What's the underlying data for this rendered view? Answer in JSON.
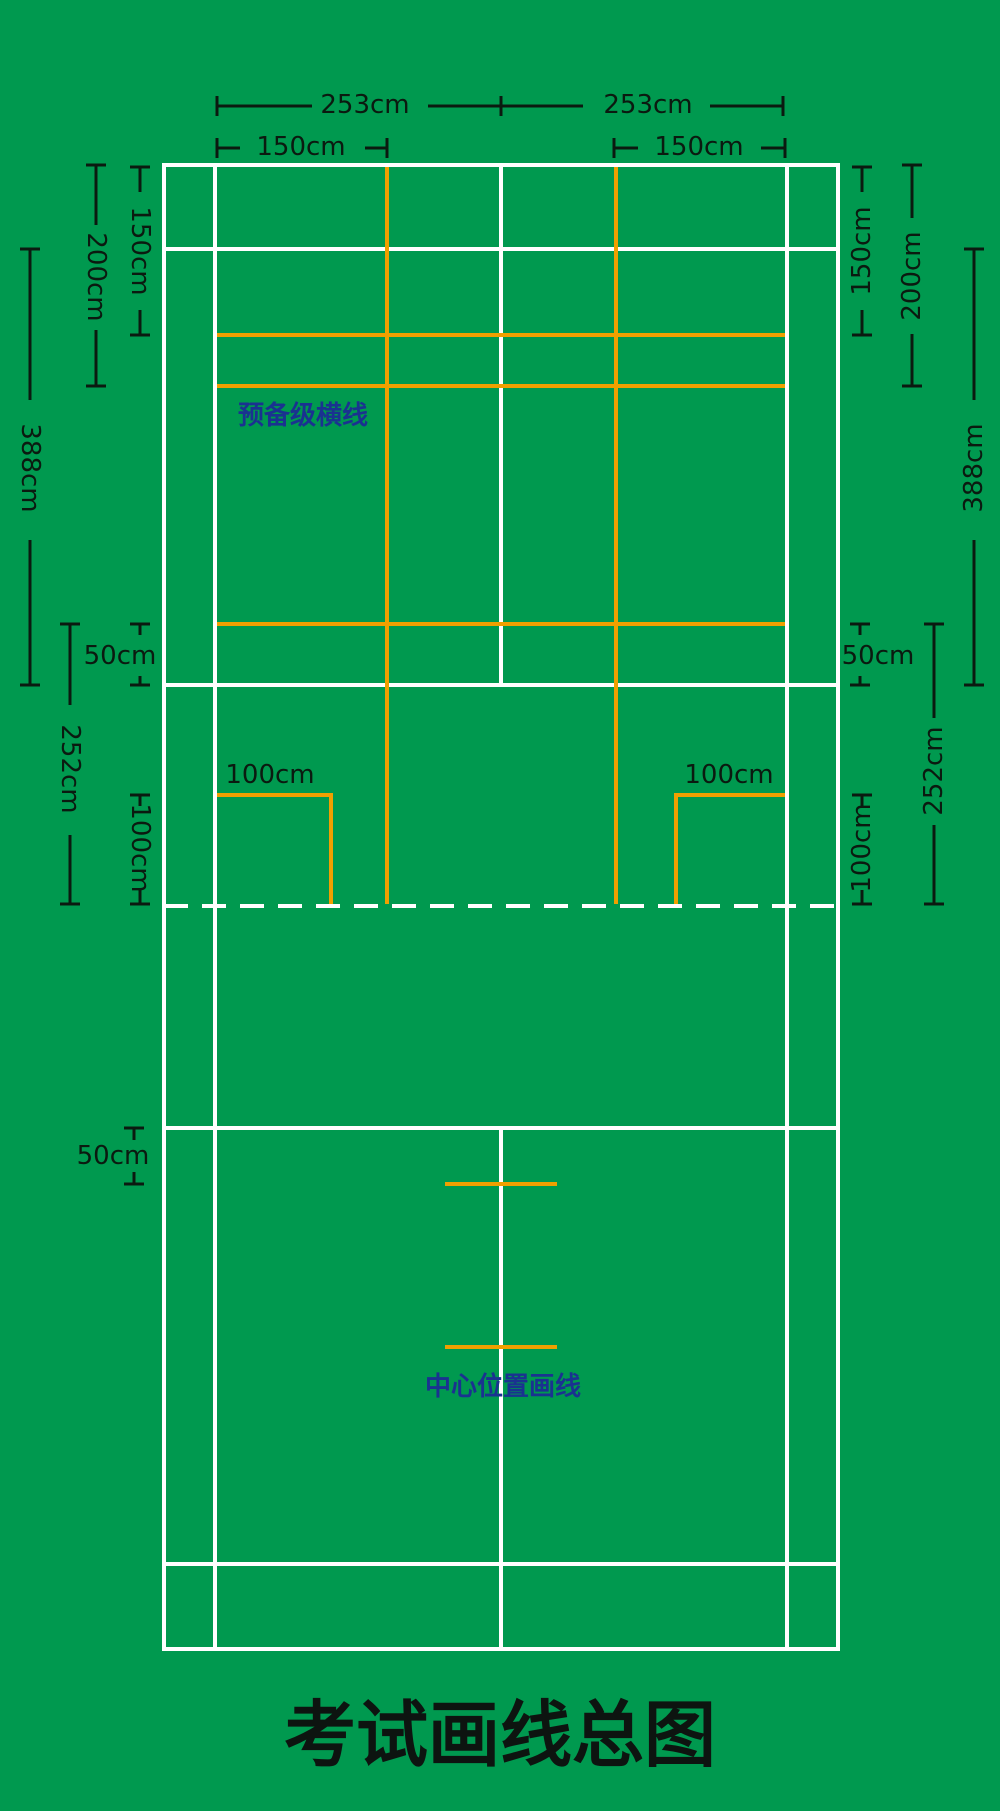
{
  "title": "考试画线总图",
  "colors": {
    "background": "#00994f",
    "court_line": "#ffffff",
    "exam_line": "#f0a000",
    "dimension": "#0b1a10",
    "note": "#1a3290"
  },
  "dimensions": {
    "top_left_253": "253cm",
    "top_right_253": "253cm",
    "top_left_150": "150cm",
    "top_right_150": "150cm",
    "left_150": "150cm",
    "left_200": "200cm",
    "left_388": "388cm",
    "left_50": "50cm",
    "left_252": "252cm",
    "left_100": "100cm",
    "left_lower_50": "50cm",
    "right_150": "150cm",
    "right_200": "200cm",
    "right_388": "388cm",
    "right_50": "50cm",
    "right_252": "252cm",
    "right_100": "100cm",
    "inner_left_100": "100cm",
    "inner_right_100": "100cm"
  },
  "notes": {
    "reserve_line": "预备级横线",
    "center_line": "中心位置画线"
  }
}
